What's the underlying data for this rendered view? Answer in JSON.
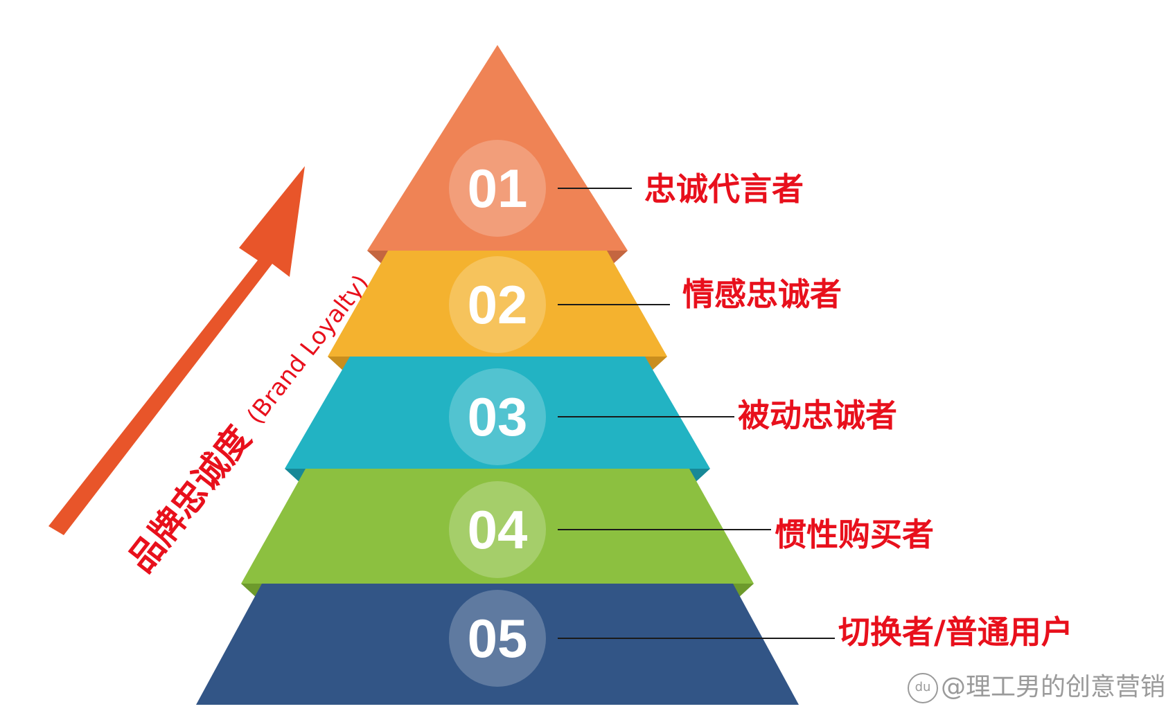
{
  "colors": {
    "label": "#e8101c",
    "arrow": "#e8552a",
    "line": "#1a1a1a",
    "watermark": "#9a9a9a"
  },
  "arrow_label": {
    "cn": "品牌忠诚度",
    "en": "(Brand Loyalty)"
  },
  "levels": [
    {
      "number": "01",
      "label": "忠诚代言者",
      "color": "#ef8355",
      "side": "#c46640"
    },
    {
      "number": "02",
      "label": "情感忠诚者",
      "color": "#f4b22f",
      "side": "#c98e1e"
    },
    {
      "number": "03",
      "label": "被动忠诚者",
      "color": "#22b3c3",
      "side": "#178897"
    },
    {
      "number": "04",
      "label": "惯性购买者",
      "color": "#8cc040",
      "side": "#6d9a2c"
    },
    {
      "number": "05",
      "label": "切换者/普通用户",
      "color": "#325586",
      "side": "#243f66"
    }
  ],
  "watermark": {
    "logo": "du",
    "text": "@理工男的创意营销"
  }
}
